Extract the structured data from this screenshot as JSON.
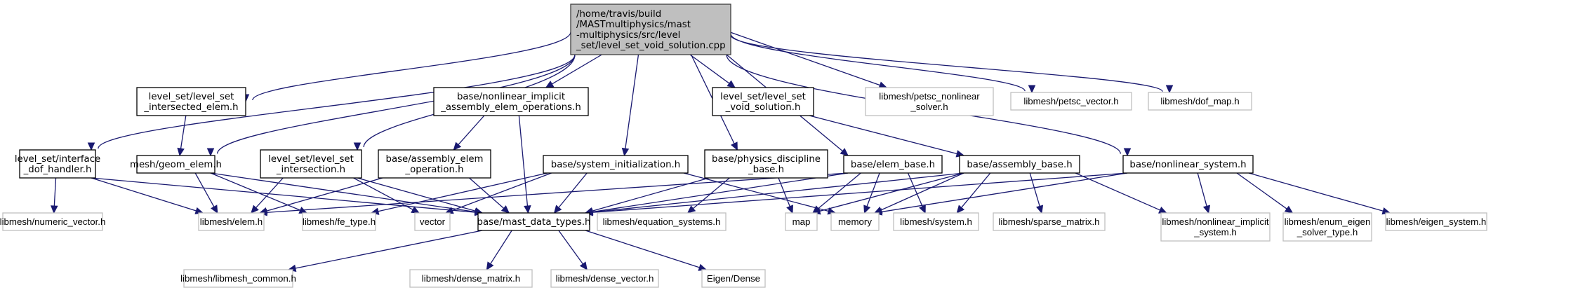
{
  "diagram": {
    "title": "Include dependency graph for level_set_void_solution.cpp",
    "colors": {
      "edge": "#191970",
      "root_fill": "#bfbfbf",
      "local_border": "#000000",
      "external_border": "#bfbfbf"
    },
    "nodes": [
      {
        "id": "root",
        "kind": "root",
        "lines": [
          "/home/travis/build",
          "/MASTmultiphysics/mast",
          "-multiphysics/src/level",
          "_set/level_set_void_solution.cpp"
        ]
      },
      {
        "id": "intersected_elem",
        "kind": "local",
        "lines": [
          "level_set/level_set",
          "_intersected_elem.h"
        ]
      },
      {
        "id": "nl_implicit_ops",
        "kind": "local",
        "lines": [
          "base/nonlinear_implicit",
          "_assembly_elem_operations.h"
        ]
      },
      {
        "id": "void_solution",
        "kind": "local",
        "lines": [
          "level_set/level_set",
          "_void_solution.h"
        ]
      },
      {
        "id": "petsc_nl_solver",
        "kind": "external",
        "lines": [
          "libmesh/petsc_nonlinear",
          "_solver.h"
        ]
      },
      {
        "id": "petsc_vector",
        "kind": "external",
        "lines": [
          "libmesh/petsc_vector.h"
        ]
      },
      {
        "id": "dof_map",
        "kind": "external",
        "lines": [
          "libmesh/dof_map.h"
        ]
      },
      {
        "id": "interface_dof",
        "kind": "local",
        "lines": [
          "level_set/interface",
          "_dof_handler.h"
        ]
      },
      {
        "id": "geom_elem",
        "kind": "local",
        "lines": [
          "mesh/geom_elem.h"
        ]
      },
      {
        "id": "intersection",
        "kind": "local",
        "lines": [
          "level_set/level_set",
          "_intersection.h"
        ]
      },
      {
        "id": "assembly_elem_op",
        "kind": "local",
        "lines": [
          "base/assembly_elem",
          "_operation.h"
        ]
      },
      {
        "id": "system_init",
        "kind": "local",
        "lines": [
          "base/system_initialization.h"
        ]
      },
      {
        "id": "physics_disc",
        "kind": "local",
        "lines": [
          "base/physics_discipline",
          "_base.h"
        ]
      },
      {
        "id": "elem_base",
        "kind": "local",
        "lines": [
          "base/elem_base.h"
        ]
      },
      {
        "id": "assembly_base",
        "kind": "local",
        "lines": [
          "base/assembly_base.h"
        ]
      },
      {
        "id": "nonlinear_system",
        "kind": "local",
        "lines": [
          "base/nonlinear_system.h"
        ]
      },
      {
        "id": "numeric_vector",
        "kind": "external",
        "lines": [
          "libmesh/numeric_vector.h"
        ]
      },
      {
        "id": "elem",
        "kind": "external",
        "lines": [
          "libmesh/elem.h"
        ]
      },
      {
        "id": "fe_type",
        "kind": "external",
        "lines": [
          "libmesh/fe_type.h"
        ]
      },
      {
        "id": "vector",
        "kind": "external",
        "lines": [
          "vector"
        ]
      },
      {
        "id": "mast_data_types",
        "kind": "local",
        "lines": [
          "base/mast_data_types.h"
        ]
      },
      {
        "id": "equation_systems",
        "kind": "external",
        "lines": [
          "libmesh/equation_systems.h"
        ]
      },
      {
        "id": "map",
        "kind": "external",
        "lines": [
          "map"
        ]
      },
      {
        "id": "memory",
        "kind": "external",
        "lines": [
          "memory"
        ]
      },
      {
        "id": "system",
        "kind": "external",
        "lines": [
          "libmesh/system.h"
        ]
      },
      {
        "id": "sparse_matrix",
        "kind": "external",
        "lines": [
          "libmesh/sparse_matrix.h"
        ]
      },
      {
        "id": "nl_implicit_system",
        "kind": "external",
        "lines": [
          "libmesh/nonlinear_implicit",
          "_system.h"
        ]
      },
      {
        "id": "enum_eigen",
        "kind": "external",
        "lines": [
          "libmesh/enum_eigen",
          "_solver_type.h"
        ]
      },
      {
        "id": "eigen_system",
        "kind": "external",
        "lines": [
          "libmesh/eigen_system.h"
        ]
      },
      {
        "id": "libmesh_common",
        "kind": "external",
        "lines": [
          "libmesh/libmesh_common.h"
        ]
      },
      {
        "id": "dense_matrix",
        "kind": "external",
        "lines": [
          "libmesh/dense_matrix.h"
        ]
      },
      {
        "id": "dense_vector",
        "kind": "external",
        "lines": [
          "libmesh/dense_vector.h"
        ]
      },
      {
        "id": "eigen_dense",
        "kind": "external",
        "lines": [
          "Eigen/Dense"
        ]
      }
    ],
    "edges": [
      [
        "root",
        "intersected_elem"
      ],
      [
        "root",
        "nl_implicit_ops"
      ],
      [
        "root",
        "void_solution"
      ],
      [
        "root",
        "petsc_nl_solver"
      ],
      [
        "root",
        "petsc_vector"
      ],
      [
        "root",
        "dof_map"
      ],
      [
        "root",
        "interface_dof"
      ],
      [
        "root",
        "geom_elem"
      ],
      [
        "root",
        "intersection"
      ],
      [
        "root",
        "system_init"
      ],
      [
        "root",
        "physics_disc"
      ],
      [
        "root",
        "elem_base"
      ],
      [
        "root",
        "nonlinear_system"
      ],
      [
        "intersected_elem",
        "geom_elem"
      ],
      [
        "nl_implicit_ops",
        "assembly_elem_op"
      ],
      [
        "nl_implicit_ops",
        "mast_data_types"
      ],
      [
        "void_solution",
        "assembly_base"
      ],
      [
        "interface_dof",
        "numeric_vector"
      ],
      [
        "interface_dof",
        "elem"
      ],
      [
        "interface_dof",
        "mast_data_types"
      ],
      [
        "geom_elem",
        "elem"
      ],
      [
        "geom_elem",
        "fe_type"
      ],
      [
        "geom_elem",
        "mast_data_types"
      ],
      [
        "intersection",
        "elem"
      ],
      [
        "intersection",
        "vector"
      ],
      [
        "intersection",
        "mast_data_types"
      ],
      [
        "assembly_elem_op",
        "elem"
      ],
      [
        "assembly_elem_op",
        "mast_data_types"
      ],
      [
        "system_init",
        "fe_type"
      ],
      [
        "system_init",
        "vector"
      ],
      [
        "system_init",
        "mast_data_types"
      ],
      [
        "system_init",
        "memory"
      ],
      [
        "physics_disc",
        "mast_data_types"
      ],
      [
        "physics_disc",
        "equation_systems"
      ],
      [
        "physics_disc",
        "map"
      ],
      [
        "elem_base",
        "elem"
      ],
      [
        "elem_base",
        "mast_data_types"
      ],
      [
        "elem_base",
        "map"
      ],
      [
        "elem_base",
        "memory"
      ],
      [
        "elem_base",
        "system"
      ],
      [
        "assembly_base",
        "mast_data_types"
      ],
      [
        "assembly_base",
        "map"
      ],
      [
        "assembly_base",
        "memory"
      ],
      [
        "assembly_base",
        "system"
      ],
      [
        "assembly_base",
        "sparse_matrix"
      ],
      [
        "assembly_base",
        "nl_implicit_system"
      ],
      [
        "nonlinear_system",
        "mast_data_types"
      ],
      [
        "nonlinear_system",
        "memory"
      ],
      [
        "nonlinear_system",
        "nl_implicit_system"
      ],
      [
        "nonlinear_system",
        "enum_eigen"
      ],
      [
        "nonlinear_system",
        "eigen_system"
      ],
      [
        "mast_data_types",
        "libmesh_common"
      ],
      [
        "mast_data_types",
        "dense_matrix"
      ],
      [
        "mast_data_types",
        "dense_vector"
      ],
      [
        "mast_data_types",
        "eigen_dense"
      ]
    ]
  }
}
